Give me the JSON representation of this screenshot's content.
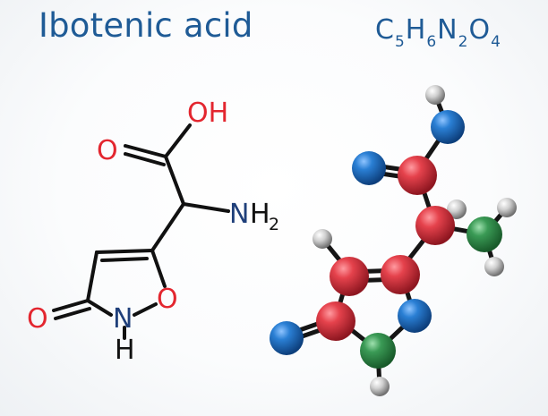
{
  "title": "Ibotenic acid",
  "formula": {
    "parts": [
      {
        "el": "C",
        "n": "5"
      },
      {
        "el": "H",
        "n": "6"
      },
      {
        "el": "N",
        "n": "2"
      },
      {
        "el": "O",
        "n": "4"
      }
    ]
  },
  "skeletal": {
    "labels": {
      "hydroxyl": "OH",
      "carbonyl_o": "O",
      "amine_n": "N",
      "amine_h": "H",
      "amine_sub": "2",
      "ring_o": "O",
      "ring_n": "N",
      "ring_nh": "H",
      "keto_o": "O"
    }
  },
  "colors": {
    "title": "#1f5b96",
    "oxygen_text": "#e3262f",
    "nitrogen_text": "#1f3f7a",
    "bond": "#111111",
    "carbon_ball": "#d8333d",
    "oxygen_ball": "#1e6fc4",
    "nitrogen_ball": "#2e8b45",
    "hydrogen_ball": "#d9d9d9"
  }
}
